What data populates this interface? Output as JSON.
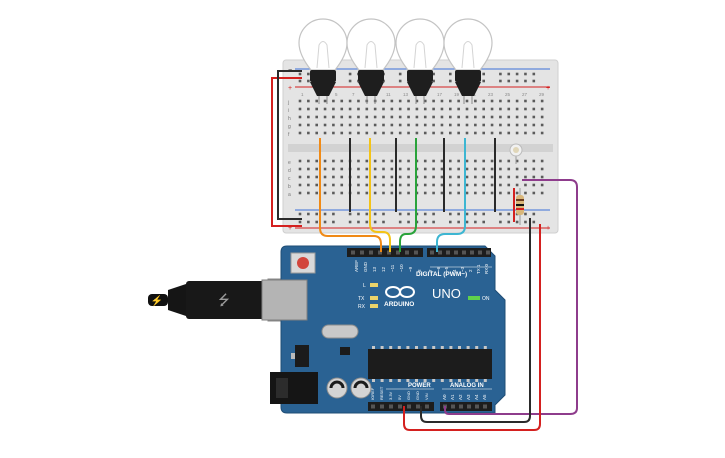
{
  "breadboard": {
    "row_letters_top": [
      "j",
      "i",
      "h",
      "g",
      "f"
    ],
    "row_letters_bottom": [
      "e",
      "d",
      "c",
      "b",
      "a"
    ],
    "column_labels": [
      "1",
      "3",
      "5",
      "7",
      "9",
      "11",
      "13",
      "15",
      "17",
      "19",
      "21",
      "23",
      "25",
      "27",
      "29"
    ]
  },
  "components": {
    "bulbs": [
      {
        "name": "bulb-1"
      },
      {
        "name": "bulb-2"
      },
      {
        "name": "bulb-3"
      },
      {
        "name": "bulb-4"
      }
    ],
    "photoresistor": {
      "name": "photoresistor"
    },
    "resistor": {
      "name": "resistor"
    }
  },
  "wires": [
    {
      "name": "wire-orange",
      "color": "#f08a16"
    },
    {
      "name": "wire-yellow",
      "color": "#f3c318"
    },
    {
      "name": "wire-green",
      "color": "#2aa33b"
    },
    {
      "name": "wire-cyan",
      "color": "#3db6d2"
    },
    {
      "name": "wire-red",
      "color": "#d4201f"
    },
    {
      "name": "wire-black",
      "color": "#2a2a2a"
    },
    {
      "name": "wire-purple",
      "color": "#8e3c8c"
    }
  ],
  "arduino": {
    "board_color": "#2a6293",
    "logo_text": "ARDUINO",
    "model": "UNO",
    "digital_label": "DIGITAL (PWM~)",
    "analog_label": "ANALOG IN",
    "power_label": "POWER",
    "on_label": "ON",
    "led_l": "L",
    "led_tx": "TX",
    "led_rx": "RX",
    "top_pins": [
      "AREF",
      "GND",
      "13",
      "12",
      "~11",
      "~10",
      "~9",
      "8",
      "7",
      "~6",
      "~5",
      "4",
      "~3",
      "2",
      "TX 1",
      "RX 0"
    ],
    "power_pins": [
      "IOREF",
      "RESET",
      "3.3V",
      "5V",
      "GND",
      "GND",
      "VIN"
    ],
    "analog_pins": [
      "A0",
      "A1",
      "A2",
      "A3",
      "A4",
      "A5"
    ]
  }
}
